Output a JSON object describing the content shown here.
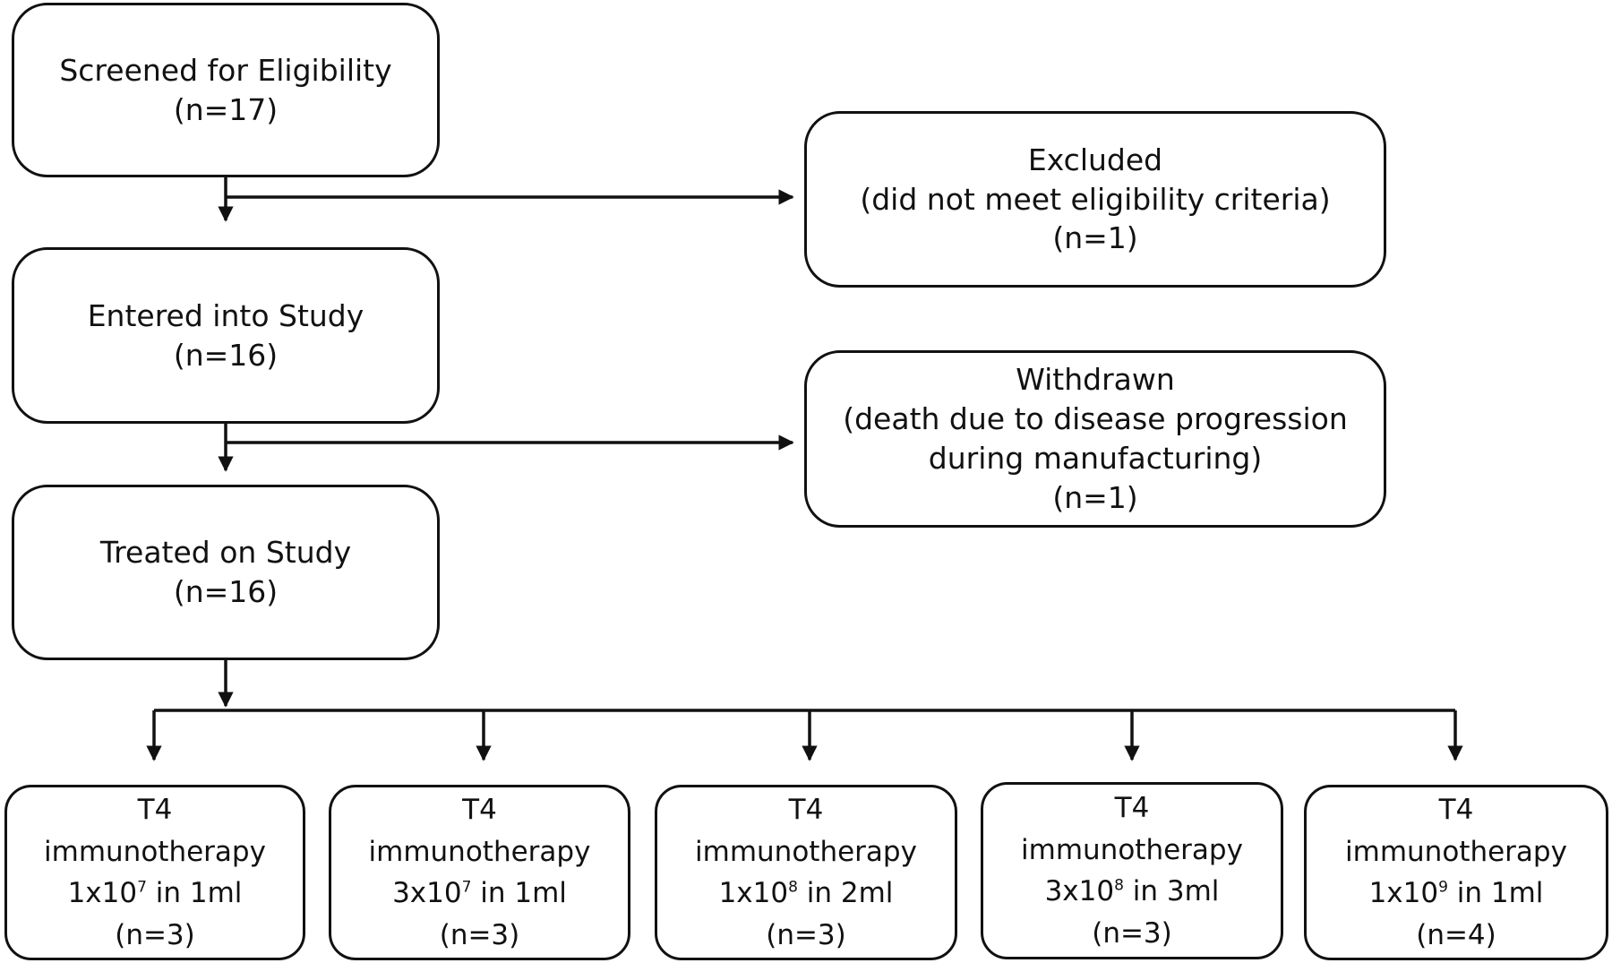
{
  "flow": {
    "screened": {
      "title": "Screened for Eligibility",
      "count": "(n=17)"
    },
    "excluded": {
      "title": "Excluded",
      "reason": "(did not meet eligibility criteria)",
      "count": "(n=1)"
    },
    "entered": {
      "title": "Entered into Study",
      "count": "(n=16)"
    },
    "withdrawn": {
      "title": "Withdrawn",
      "reason_line1": "(death due to disease progression",
      "reason_line2": "during manufacturing)",
      "count": "(n=1)"
    },
    "treated": {
      "title": "Treated on Study",
      "count": "(n=16)"
    },
    "arms": [
      {
        "line1": "T4",
        "line2": "immunotherapy",
        "dose_base": "1x10",
        "dose_exp": "7",
        "dose_vol": " in 1ml",
        "count": "(n=3)"
      },
      {
        "line1": "T4",
        "line2": "immunotherapy",
        "dose_base": "3x10",
        "dose_exp": "7",
        "dose_vol": " in 1ml",
        "count": "(n=3)"
      },
      {
        "line1": "T4",
        "line2": "immunotherapy",
        "dose_base": "1x10",
        "dose_exp": "8",
        "dose_vol": " in 2ml",
        "count": "(n=3)"
      },
      {
        "line1": "T4",
        "line2": "immunotherapy",
        "dose_base": "3x10",
        "dose_exp": "8",
        "dose_vol": " in 3ml",
        "count": "(n=3)"
      },
      {
        "line1": "T4",
        "line2": "immunotherapy",
        "dose_base": "1x10",
        "dose_exp": "9",
        "dose_vol": " in 1ml",
        "count": "(n=4)"
      }
    ]
  }
}
